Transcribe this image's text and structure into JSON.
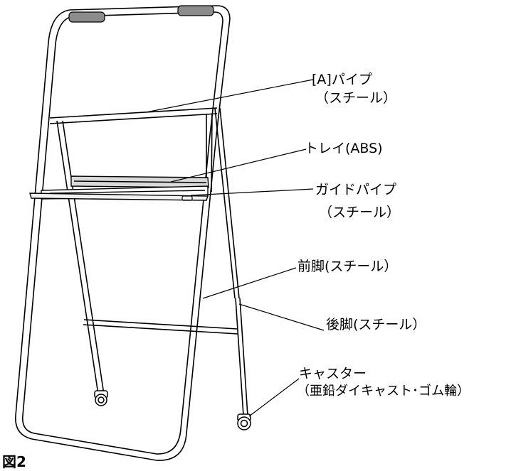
{
  "figure": {
    "caption": "図2"
  },
  "labels": {
    "pipe_a": [
      "[A]パイプ",
      "（スチール）"
    ],
    "tray": [
      "トレイ(ABS)"
    ],
    "guide_pipe": [
      "ガイドパイプ",
      "（スチール）"
    ],
    "front_leg": [
      "前脚(スチール）"
    ],
    "rear_leg": [
      "後脚(スチール）"
    ],
    "caster": [
      "キャスター",
      "（亜鉛ダイキャスト･ゴム輪）"
    ]
  },
  "colors": {
    "line": "#000000",
    "grip": "#8c8c8c",
    "tray_shade": "#d9d9d9"
  }
}
